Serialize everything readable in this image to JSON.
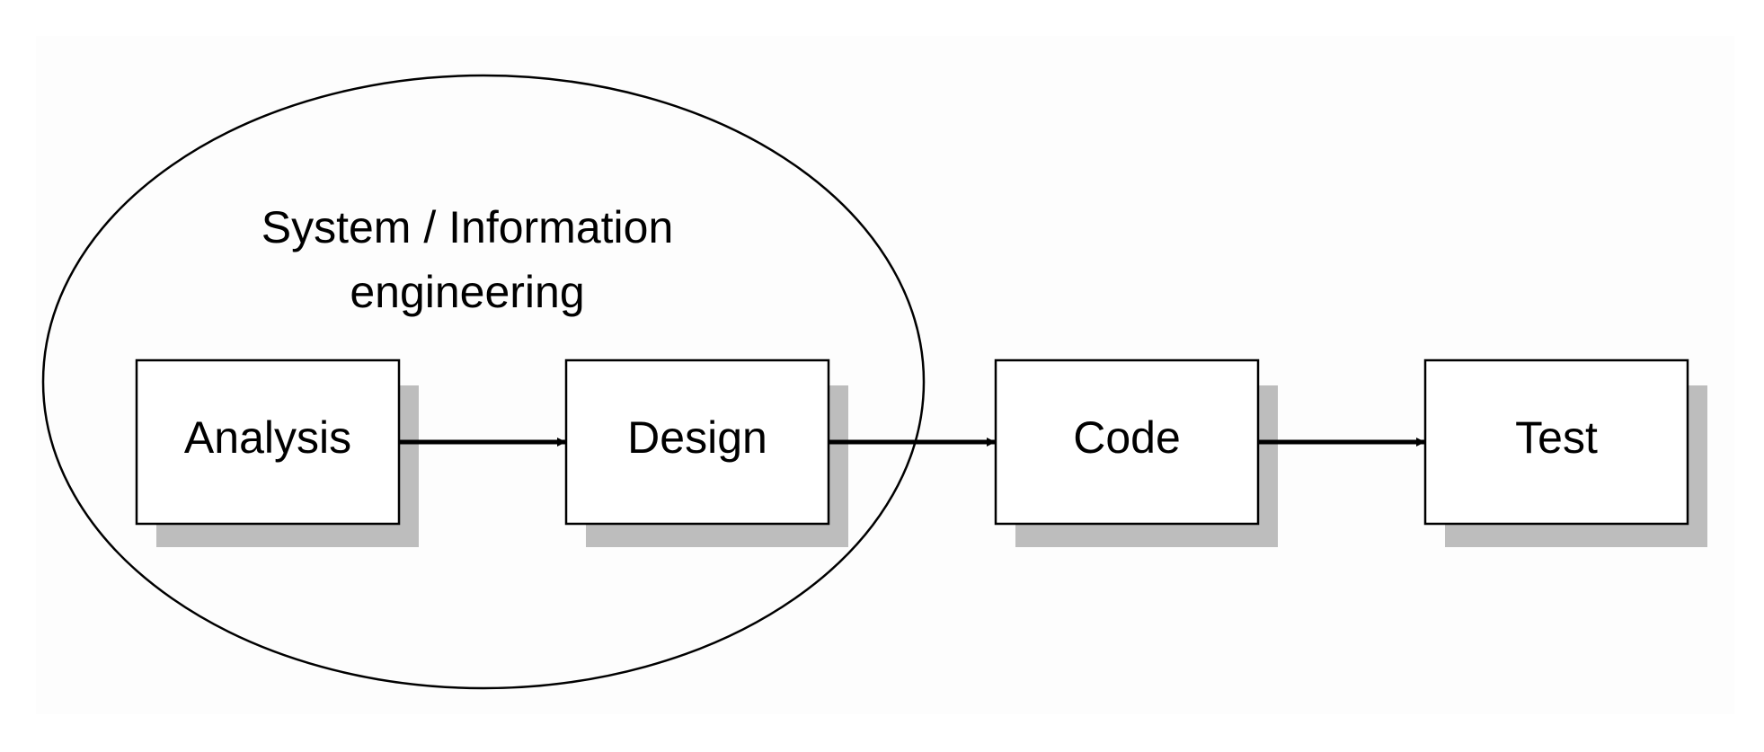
{
  "diagram": {
    "group": {
      "label_line1": "System / Information",
      "label_line2": "engineering"
    },
    "nodes": [
      {
        "id": "analysis",
        "label": "Analysis"
      },
      {
        "id": "design",
        "label": "Design"
      },
      {
        "id": "code",
        "label": "Code"
      },
      {
        "id": "test",
        "label": "Test"
      }
    ],
    "edges": [
      {
        "from": "analysis",
        "to": "design"
      },
      {
        "from": "design",
        "to": "code"
      },
      {
        "from": "code",
        "to": "test"
      }
    ],
    "colors": {
      "background": "#ffffff",
      "panel": "#fdfdfd",
      "stroke": "#000000",
      "box_fill": "#ffffff",
      "shadow": "#bdbdbd"
    }
  }
}
